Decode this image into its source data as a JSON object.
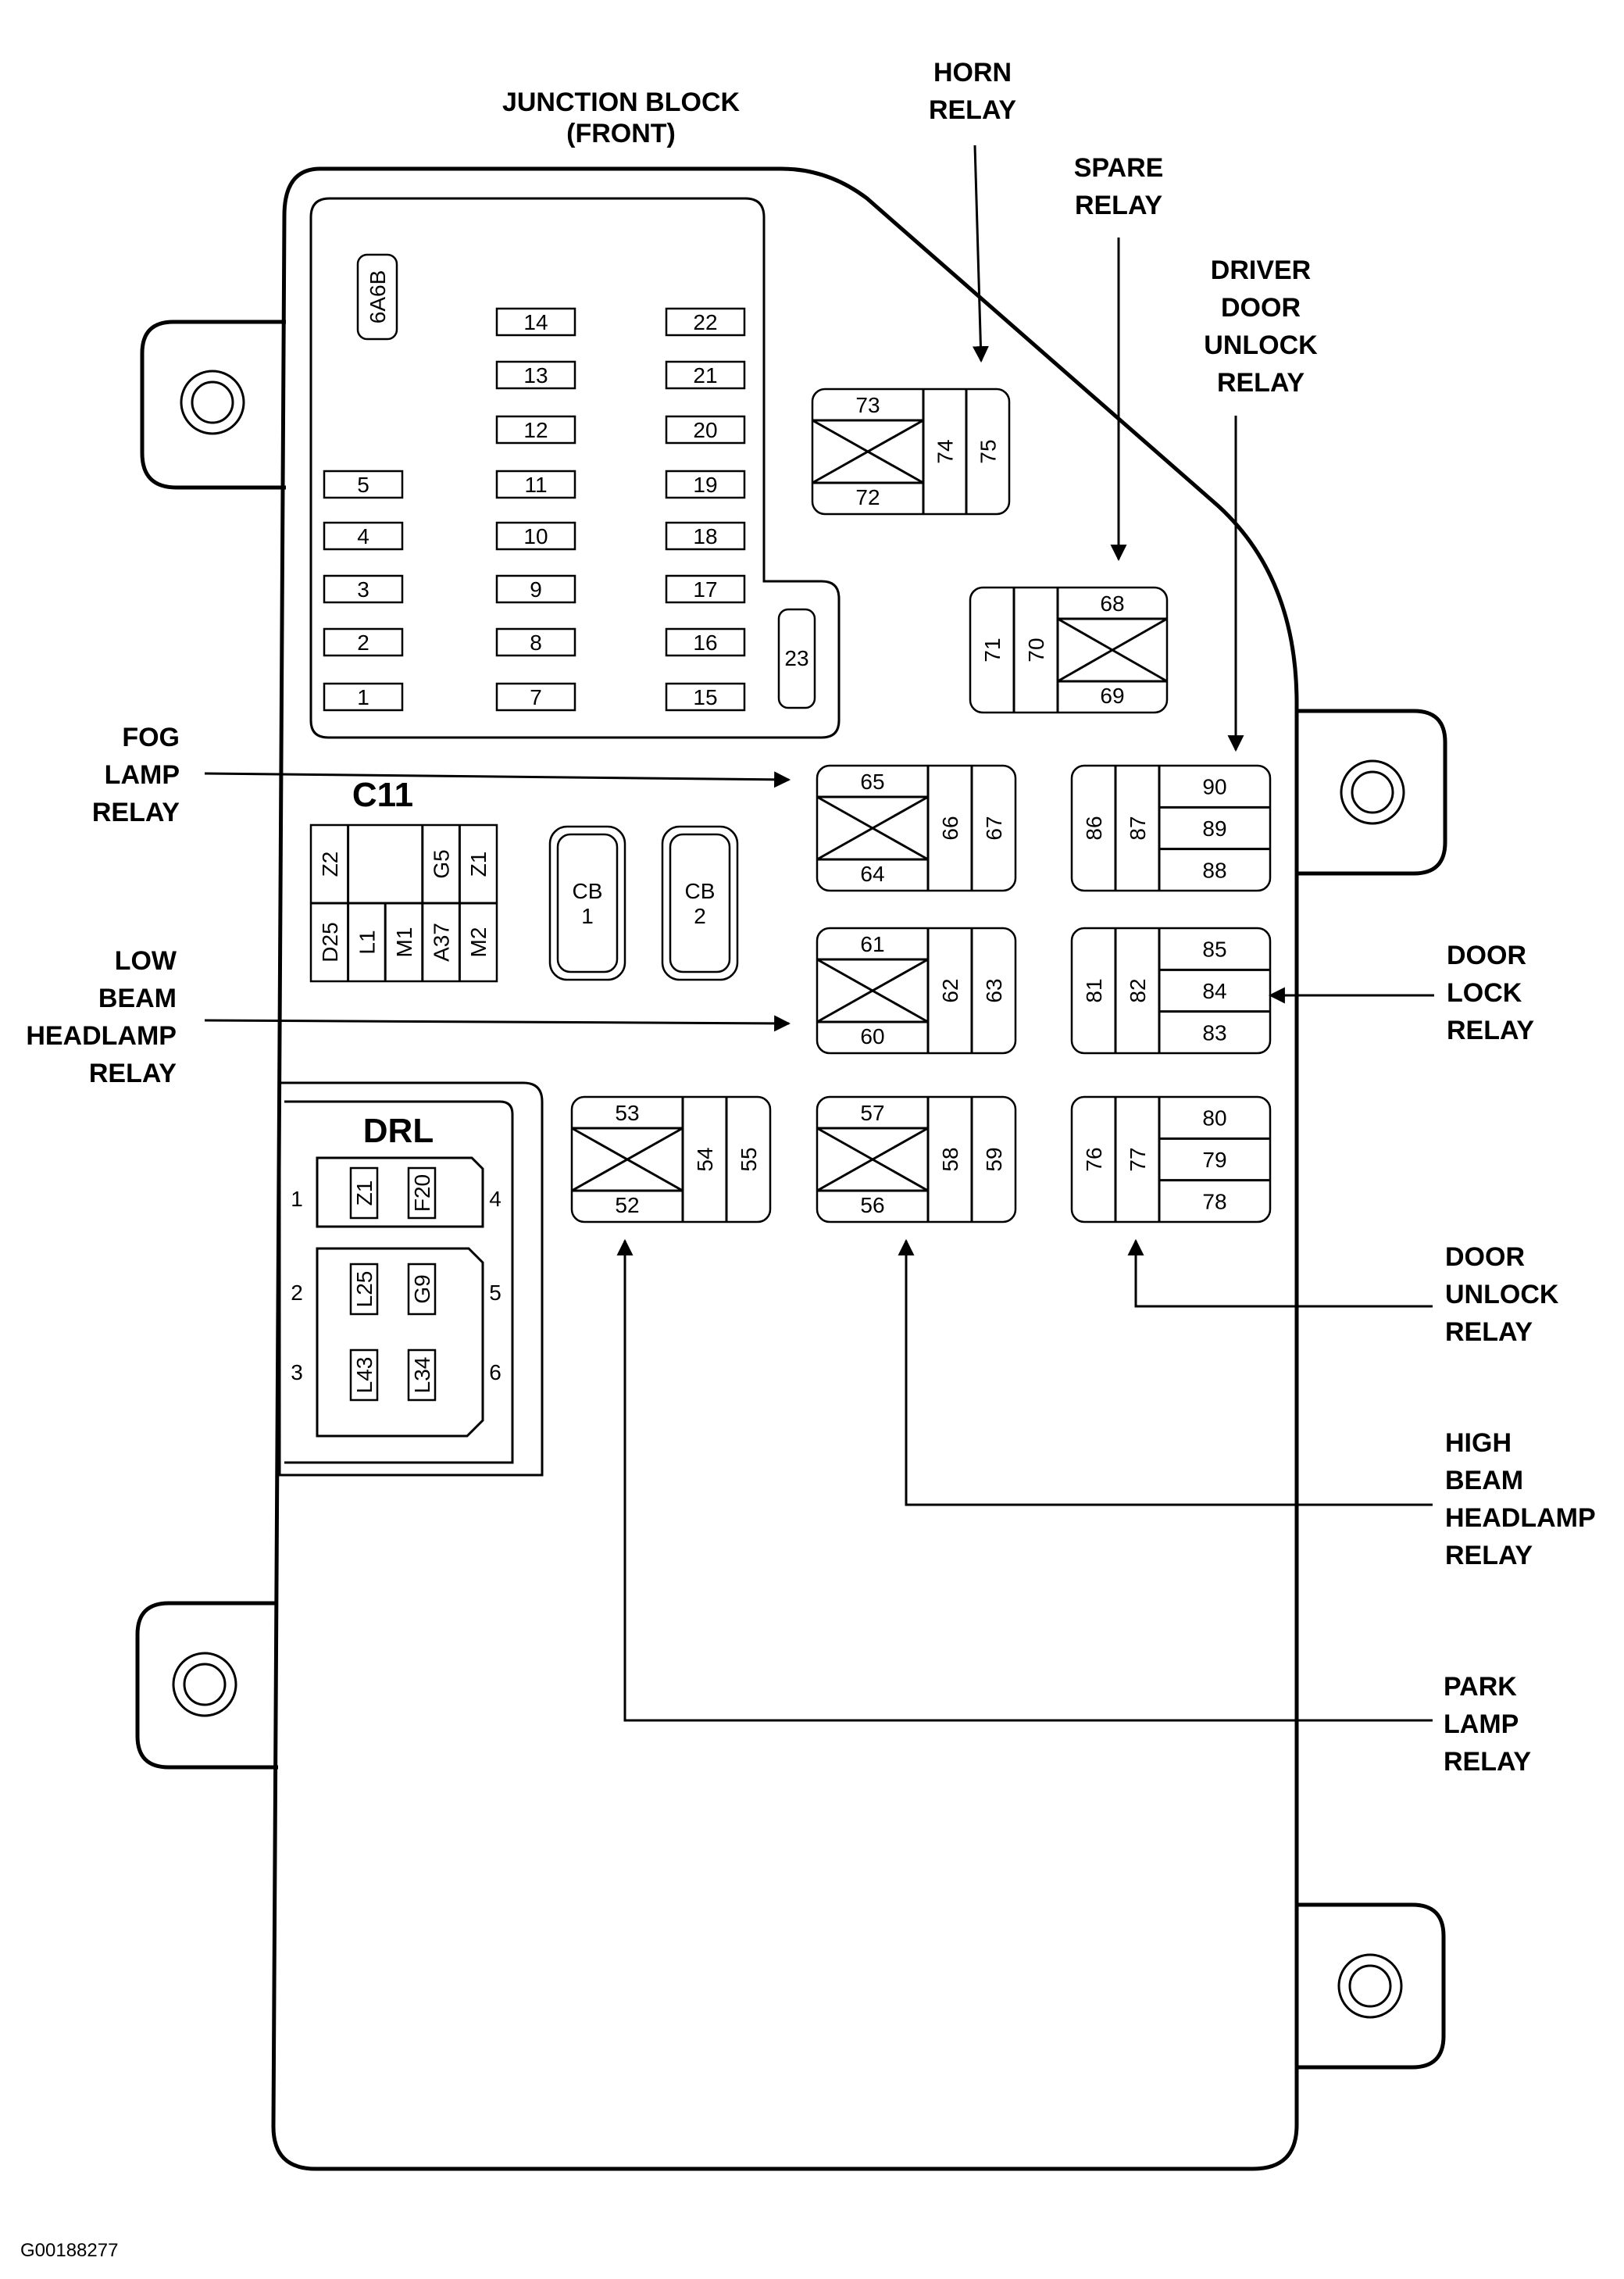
{
  "title": {
    "line1": "JUNCTION BLOCK",
    "line2": "(FRONT)"
  },
  "callouts": {
    "horn": [
      "HORN",
      "RELAY"
    ],
    "spare": [
      "SPARE",
      "RELAY"
    ],
    "driver_door_unlock": [
      "DRIVER",
      "DOOR",
      "UNLOCK",
      "RELAY"
    ],
    "fog_lamp": [
      "FOG",
      "LAMP",
      "RELAY"
    ],
    "low_beam": [
      "LOW",
      "BEAM",
      "HEADLAMP",
      "RELAY"
    ],
    "door_lock": [
      "DOOR",
      "LOCK",
      "RELAY"
    ],
    "door_unlock": [
      "DOOR",
      "UNLOCK",
      "RELAY"
    ],
    "high_beam": [
      "HIGH",
      "BEAM",
      "HEADLAMP",
      "RELAY"
    ],
    "park_lamp": [
      "PARK",
      "LAMP",
      "RELAY"
    ]
  },
  "fuses": {
    "tag": "6A6B",
    "left_column": [
      "5",
      "4",
      "3",
      "2",
      "1"
    ],
    "mid_column": [
      "14",
      "13",
      "12",
      "11",
      "10",
      "9",
      "8",
      "7"
    ],
    "right_column": [
      "22",
      "21",
      "20",
      "19",
      "18",
      "17",
      "16",
      "15"
    ],
    "fuse_23": "23"
  },
  "c11": {
    "label": "C11",
    "top_row": [
      "Z2",
      "",
      "",
      "G5",
      "Z1"
    ],
    "bottom_row": [
      "D25",
      "L1",
      "M1",
      "A37",
      "M2"
    ]
  },
  "circuit_breakers": [
    {
      "line1": "CB",
      "line2": "1"
    },
    {
      "line1": "CB",
      "line2": "2"
    }
  ],
  "drl": {
    "label": "DRL",
    "pins_left": [
      "1",
      "2",
      "3"
    ],
    "pins_right": [
      "4",
      "5",
      "6"
    ],
    "slots": [
      "Z1",
      "F20",
      "L25",
      "G9",
      "L43",
      "L34"
    ]
  },
  "relays": {
    "horn": {
      "top": "73",
      "bottom": "72",
      "side1": "74",
      "side2": "75"
    },
    "spare": {
      "side1": "71",
      "side2": "70",
      "top": "68",
      "bottom": "69"
    },
    "fog": {
      "top": "65",
      "bottom": "64",
      "side1": "66",
      "side2": "67"
    },
    "driver_door_unlock": {
      "side1": "86",
      "side2": "87",
      "rows": [
        "90",
        "89",
        "88"
      ]
    },
    "low_beam": {
      "top": "61",
      "bottom": "60",
      "side1": "62",
      "side2": "63"
    },
    "door_lock": {
      "side1": "81",
      "side2": "82",
      "rows": [
        "85",
        "84",
        "83"
      ]
    },
    "park_lamp": {
      "top": "53",
      "bottom": "52",
      "side1": "54",
      "side2": "55"
    },
    "high_beam": {
      "top": "57",
      "bottom": "56",
      "side1": "58",
      "side2": "59"
    },
    "door_unlock": {
      "side1": "76",
      "side2": "77",
      "rows": [
        "80",
        "79",
        "78"
      ]
    }
  },
  "figure_id": "G00188277"
}
